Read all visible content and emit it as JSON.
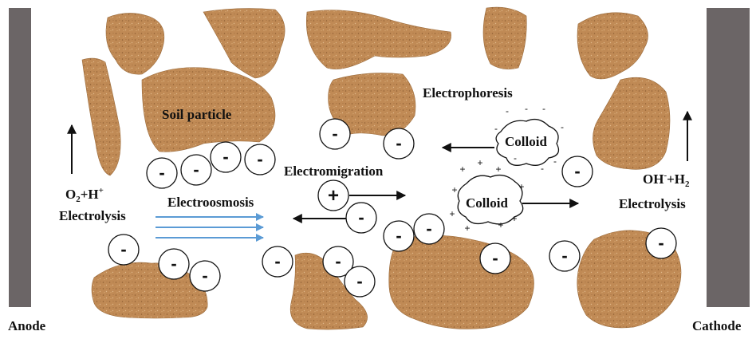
{
  "labels": {
    "anode": "Anode",
    "cathode": "Cathode",
    "soil_particle": "Soil particle",
    "electrophoresis": "Electrophoresis",
    "electromigration": "Electromigration",
    "electroosmosis": "Electroosmosis",
    "colloid_top": "Colloid",
    "colloid_bottom": "Colloid",
    "left_electrolysis": "Electrolysis",
    "right_electrolysis": "Electrolysis"
  },
  "ions": {
    "negative": "-",
    "positive": "+"
  },
  "colors": {
    "electrode": "#6b6566",
    "soil": "#c08a55",
    "flow_arrow": "#5b9bd5"
  }
}
